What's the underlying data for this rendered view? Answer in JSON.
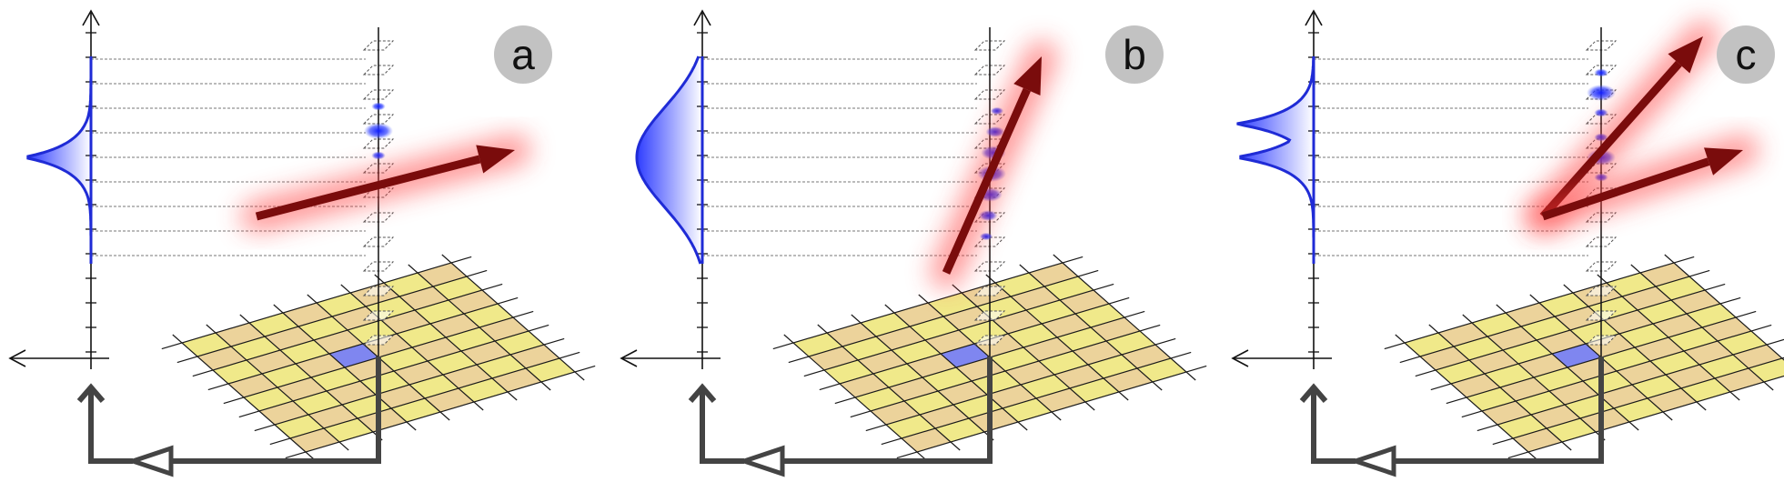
{
  "figure": {
    "panels": [
      {
        "label": "a",
        "distribution": {
          "shape": "single-narrow-peak",
          "peaks": [
            0.5
          ]
        },
        "blobs": [
          0.25,
          1.0,
          0.25
        ],
        "arrows": [
          {
            "direction": "shallow-rising"
          }
        ]
      },
      {
        "label": "b",
        "distribution": {
          "shape": "broad-peak",
          "peaks": [
            0.5
          ]
        },
        "blobs": [
          0.2,
          0.5,
          0.8,
          1.0,
          0.8,
          0.5,
          0.2
        ],
        "arrows": [
          {
            "direction": "steep-rising"
          }
        ]
      },
      {
        "label": "c",
        "distribution": {
          "shape": "double-peak",
          "peaks": [
            0.33,
            0.5
          ]
        },
        "blobs": [
          0.25,
          1.0,
          0.25,
          0.25,
          1.0,
          0.25
        ],
        "arrows": [
          {
            "direction": "upper-branch"
          },
          {
            "direction": "lower-branch"
          }
        ]
      }
    ],
    "colors": {
      "distribution_line": "#1f2bd6",
      "distribution_fill": "#3a4cff",
      "arrow": "#7a0c0c",
      "arrow_glow": "#ff3b3b",
      "grid_yellow": "#f0e98a",
      "grid_tan": "#ecd39b",
      "grid_highlight": "#7f86f0",
      "feedback_arrow": "#444444",
      "badge": "#c2c2c2",
      "axis": "#111111"
    }
  }
}
